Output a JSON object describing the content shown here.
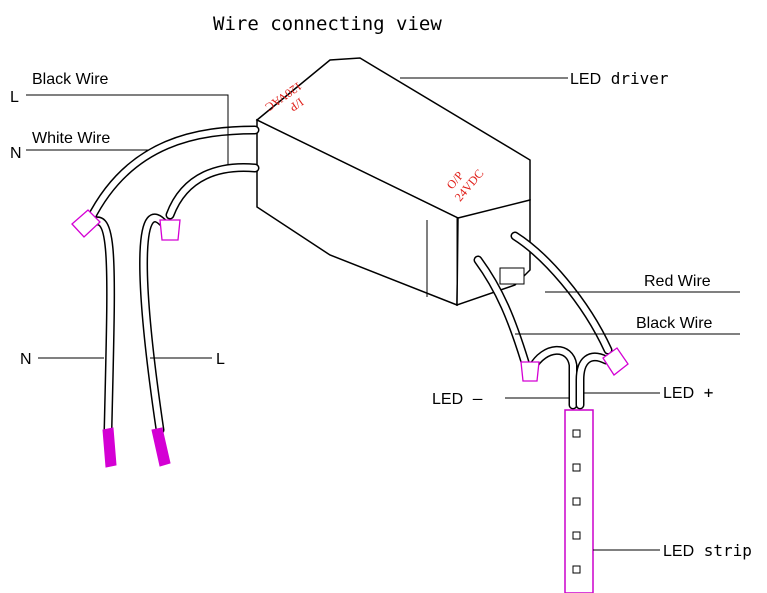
{
  "title": "Wire connecting view",
  "labels": {
    "L": "L",
    "black_wire_top": "Black Wire",
    "N": "N",
    "white_wire": "White Wire",
    "led_driver_prefix": "LED",
    "led_driver_suffix": " driver",
    "red_wire": "Red Wire",
    "black_wire_right": "Black Wire",
    "N_lower": "N",
    "L_lower": "L",
    "led_minus_prefix": "LED",
    "led_minus_suffix": " –",
    "led_plus_prefix": "LED",
    "led_plus_suffix": " +",
    "led_strip_prefix": "LED",
    "led_strip_suffix": " strip"
  },
  "driver_markings": {
    "input_line1": "I/P",
    "input_line2": "120VAC",
    "output_line1": "O/P",
    "output_line2": "24VDC"
  },
  "colors": {
    "marking_red": "#e0201a",
    "connector_magenta": "#d400d4",
    "strip_magenta": "#cc00cc"
  }
}
